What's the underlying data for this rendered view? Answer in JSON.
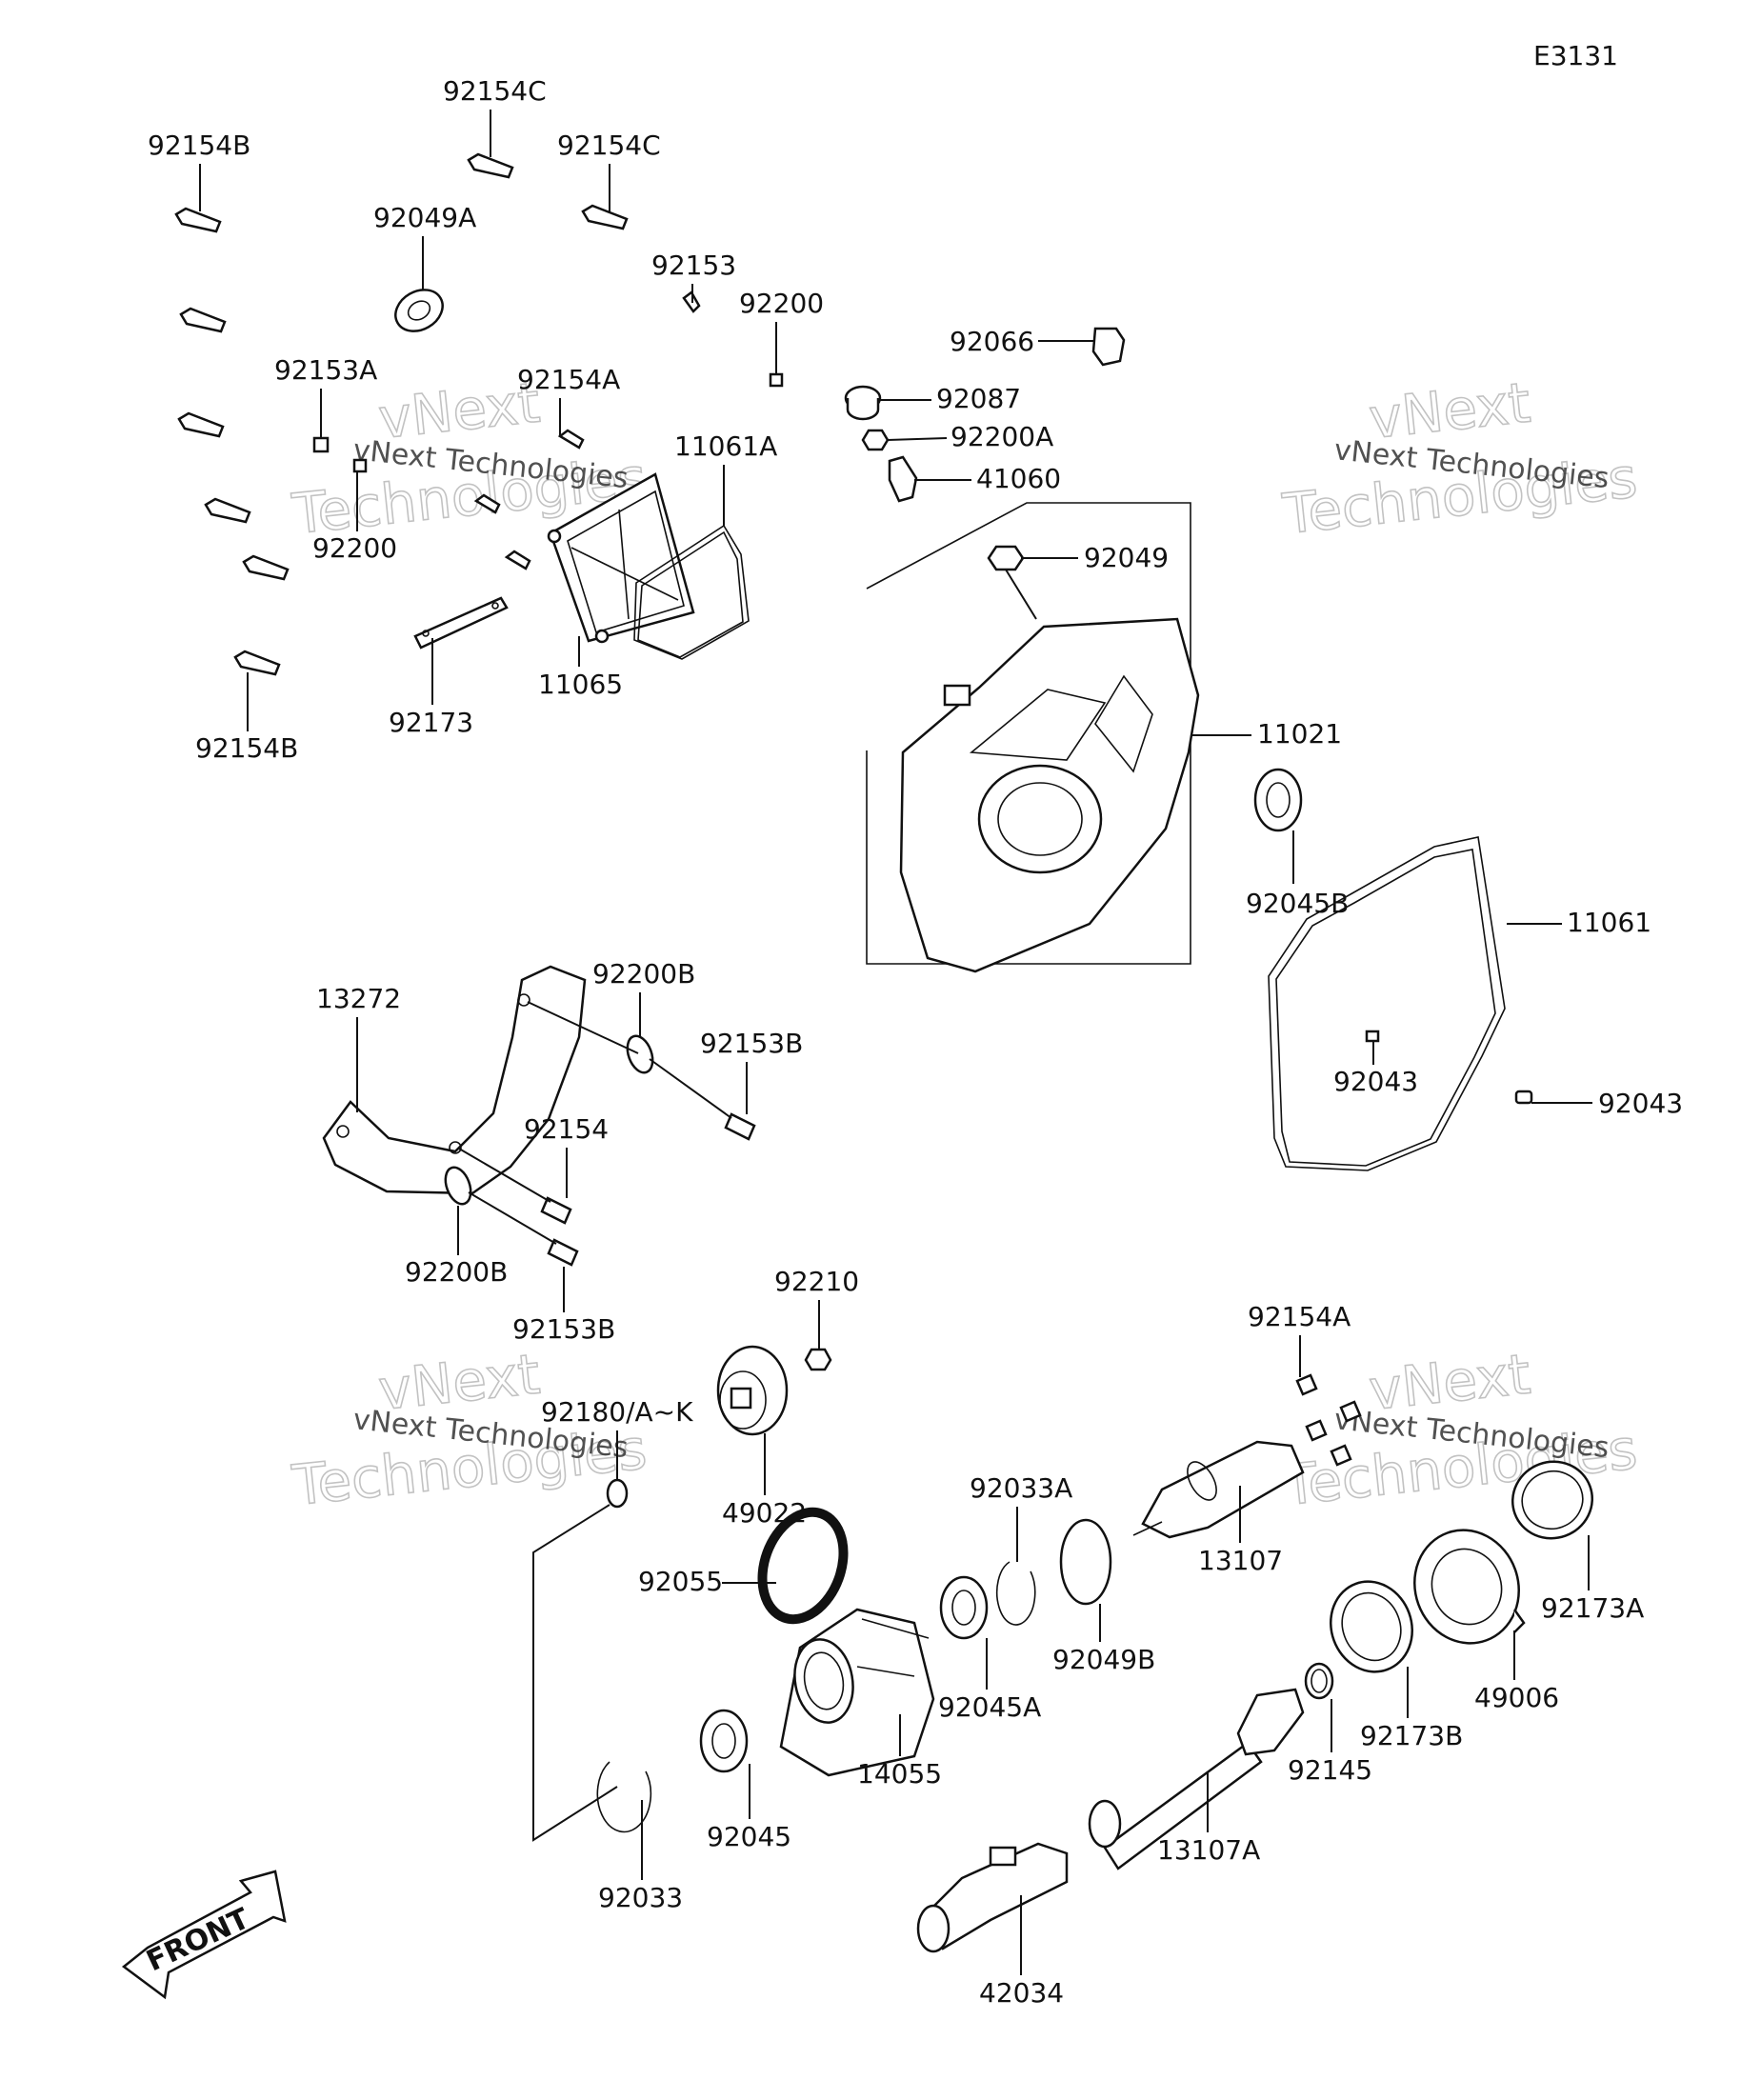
{
  "diagram_code": "E3131",
  "watermark": {
    "line1": "vNext",
    "line2": "Technologies",
    "line3": "vNext Technologies"
  },
  "front_label": "FRONT",
  "parts": {
    "p92154C_top": "92154C",
    "p92154B_top": "92154B",
    "p92154C_2": "92154C",
    "p92049A": "92049A",
    "p92153": "92153",
    "p92200_top": "92200",
    "p92066": "92066",
    "p92153A": "92153A",
    "p92154A_top": "92154A",
    "p11061A": "11061A",
    "p92087": "92087",
    "p92200A": "92200A",
    "p41060": "41060",
    "p92200_left": "92200",
    "p92049": "92049",
    "p11065": "11065",
    "p92173": "92173",
    "p92154B_bottom": "92154B",
    "p11021": "11021",
    "p92045B": "92045B",
    "p11061": "11061",
    "p13272": "13272",
    "p92200B_top": "92200B",
    "p92153B_top": "92153B",
    "p92043_center": "92043",
    "p92043_right": "92043",
    "p92154": "92154",
    "p92200B_bottom": "92200B",
    "p92153B_bottom": "92153B",
    "p92210": "92210",
    "p92154A_bottom": "92154A",
    "p92180": "92180/A~K",
    "p49022": "49022",
    "p92033A": "92033A",
    "p13107": "13107",
    "p92173A": "92173A",
    "p92055": "92055",
    "p92049B": "92049B",
    "p92045A": "92045A",
    "p49006": "49006",
    "p92173B": "92173B",
    "p14055": "14055",
    "p92145": "92145",
    "p92045": "92045",
    "p13107A": "13107A",
    "p92033": "92033",
    "p42034": "42034"
  }
}
